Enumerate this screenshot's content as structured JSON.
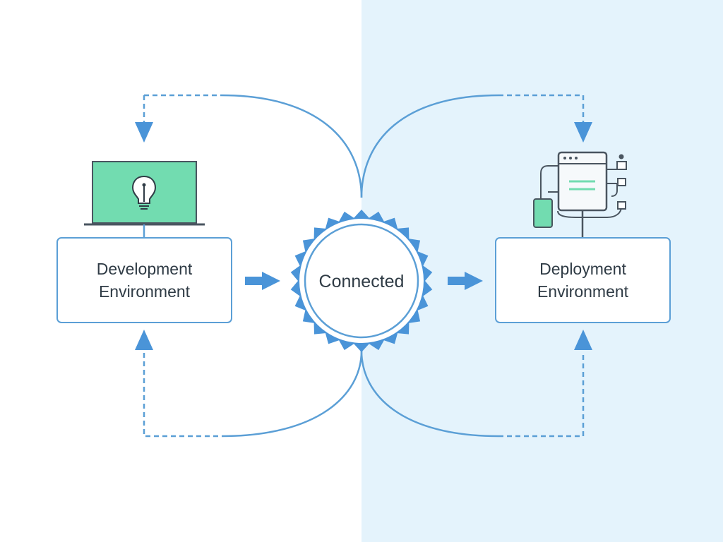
{
  "nodes": {
    "development": {
      "line1": "Development",
      "line2": "Environment",
      "icon": "laptop-lightbulb-icon"
    },
    "deployment": {
      "line1": "Deployment",
      "line2": "Environment",
      "icon": "server-network-icon"
    },
    "center": {
      "label": "Connected",
      "icon": "seal-badge-icon"
    }
  },
  "colors": {
    "line": "#5b9fd6",
    "arrow": "#4a94d8",
    "accent_green": "#72dcb0",
    "icon_stroke": "#4a5560",
    "right_panel_bg": "#e4f3fc"
  },
  "edges": [
    {
      "from": "development",
      "to": "center",
      "style": "solid-arrow"
    },
    {
      "from": "center",
      "to": "deployment",
      "style": "solid-arrow"
    },
    {
      "from": "center",
      "to": "development",
      "style": "dashed-loop-top"
    },
    {
      "from": "center",
      "to": "development",
      "style": "dashed-loop-bottom"
    },
    {
      "from": "center",
      "to": "deployment",
      "style": "dashed-loop-top"
    },
    {
      "from": "center",
      "to": "deployment",
      "style": "dashed-loop-bottom"
    }
  ]
}
